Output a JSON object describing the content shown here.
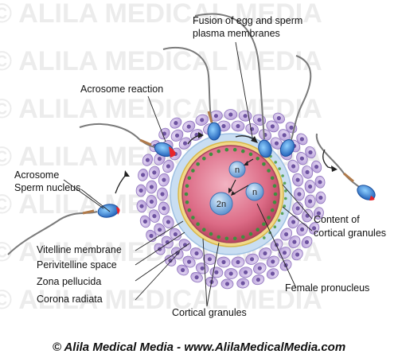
{
  "watermark": {
    "row1": "© ALILA MEDICAL MEDIA",
    "row2": "© ALILA MEDICAL MEDIA",
    "row3": "© ALILA MEDICAL MEDIA",
    "row4": "© ALILA MEDICAL MEDIA",
    "row5": "© ALILA MEDICAL MEDIA",
    "row6": "© ALILA MEDICAL MEDIA",
    "row7": "© ALILA MEDICAL MEDIA"
  },
  "labels": {
    "fusion_line1": "Fusion of egg and sperm",
    "fusion_line2": "plasma membranes",
    "acrosome_reaction": "Acrosome reaction",
    "acrosome": "Acrosome",
    "sperm_nucleus": "Sperm nucleus",
    "content_line1": "Content of",
    "content_line2": "cortical granules",
    "vitelline_membrane": "Vitelline membrane",
    "perivitelline_space": "Perivitelline space",
    "zona_pellucida": "Zona pellucida",
    "corona_radiata": "Corona radiata",
    "female_pronucleus": "Female pronucleus",
    "cortical_granules": "Cortical granules"
  },
  "nuclei": {
    "sperm_pronucleus": "n",
    "female_pronucleus": "n",
    "diploid": "2n"
  },
  "footer": "© Alila Medical Media - www.AlilaMedicalMedia.com",
  "colors": {
    "egg": "#d8607a",
    "egg_light": "#ef9db0",
    "zona": "#bfd8f0",
    "corona_cell": "#c8b4e4",
    "corona_nucleus": "#7a5fa8",
    "cortical_granule": "#3e8f3e",
    "sperm_head": "#2f6fd0",
    "acrosome": "#e8252a",
    "sperm_tail": "#7a7a7a"
  }
}
